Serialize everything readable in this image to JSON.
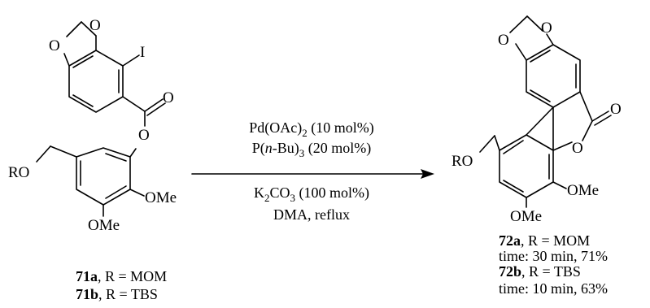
{
  "reactant": {
    "atoms": {
      "o_top": "O",
      "o_left": "O",
      "iodine": "I",
      "carbonyl_o": "O",
      "ester_o": "O",
      "ro": "RO",
      "ome_1": "OMe",
      "ome_2": "OMe"
    },
    "labels": [
      {
        "id": "71a",
        "rest": ", R = MOM"
      },
      {
        "id": "71b",
        "rest": ", R = TBS"
      }
    ]
  },
  "conditions": {
    "line1": {
      "pre": "Pd(OAc)",
      "sub": "2",
      "post": " (10 mol%)"
    },
    "line2": {
      "pre": "P(",
      "ital": "n",
      "mid": "-Bu)",
      "sub": "3",
      "post": " (20 mol%)"
    },
    "line3": {
      "pre": "K",
      "sub1": "2",
      "mid": "CO",
      "sub2": "3",
      "post": " (100  mol%)"
    },
    "line4": "DMA, reflux"
  },
  "product": {
    "atoms": {
      "o_a": "O",
      "o_b": "O",
      "carbonyl_o": "O",
      "ring_o": "O",
      "ro": "RO",
      "ome_1": "OMe",
      "ome_2": "OMe"
    },
    "labels": [
      {
        "id": "72a",
        "rest": ", R = MOM",
        "time": "time: 30 min, 71%"
      },
      {
        "id": "72b",
        "rest": ", R = TBS",
        "time": "time: 10 min, 63%"
      }
    ]
  }
}
